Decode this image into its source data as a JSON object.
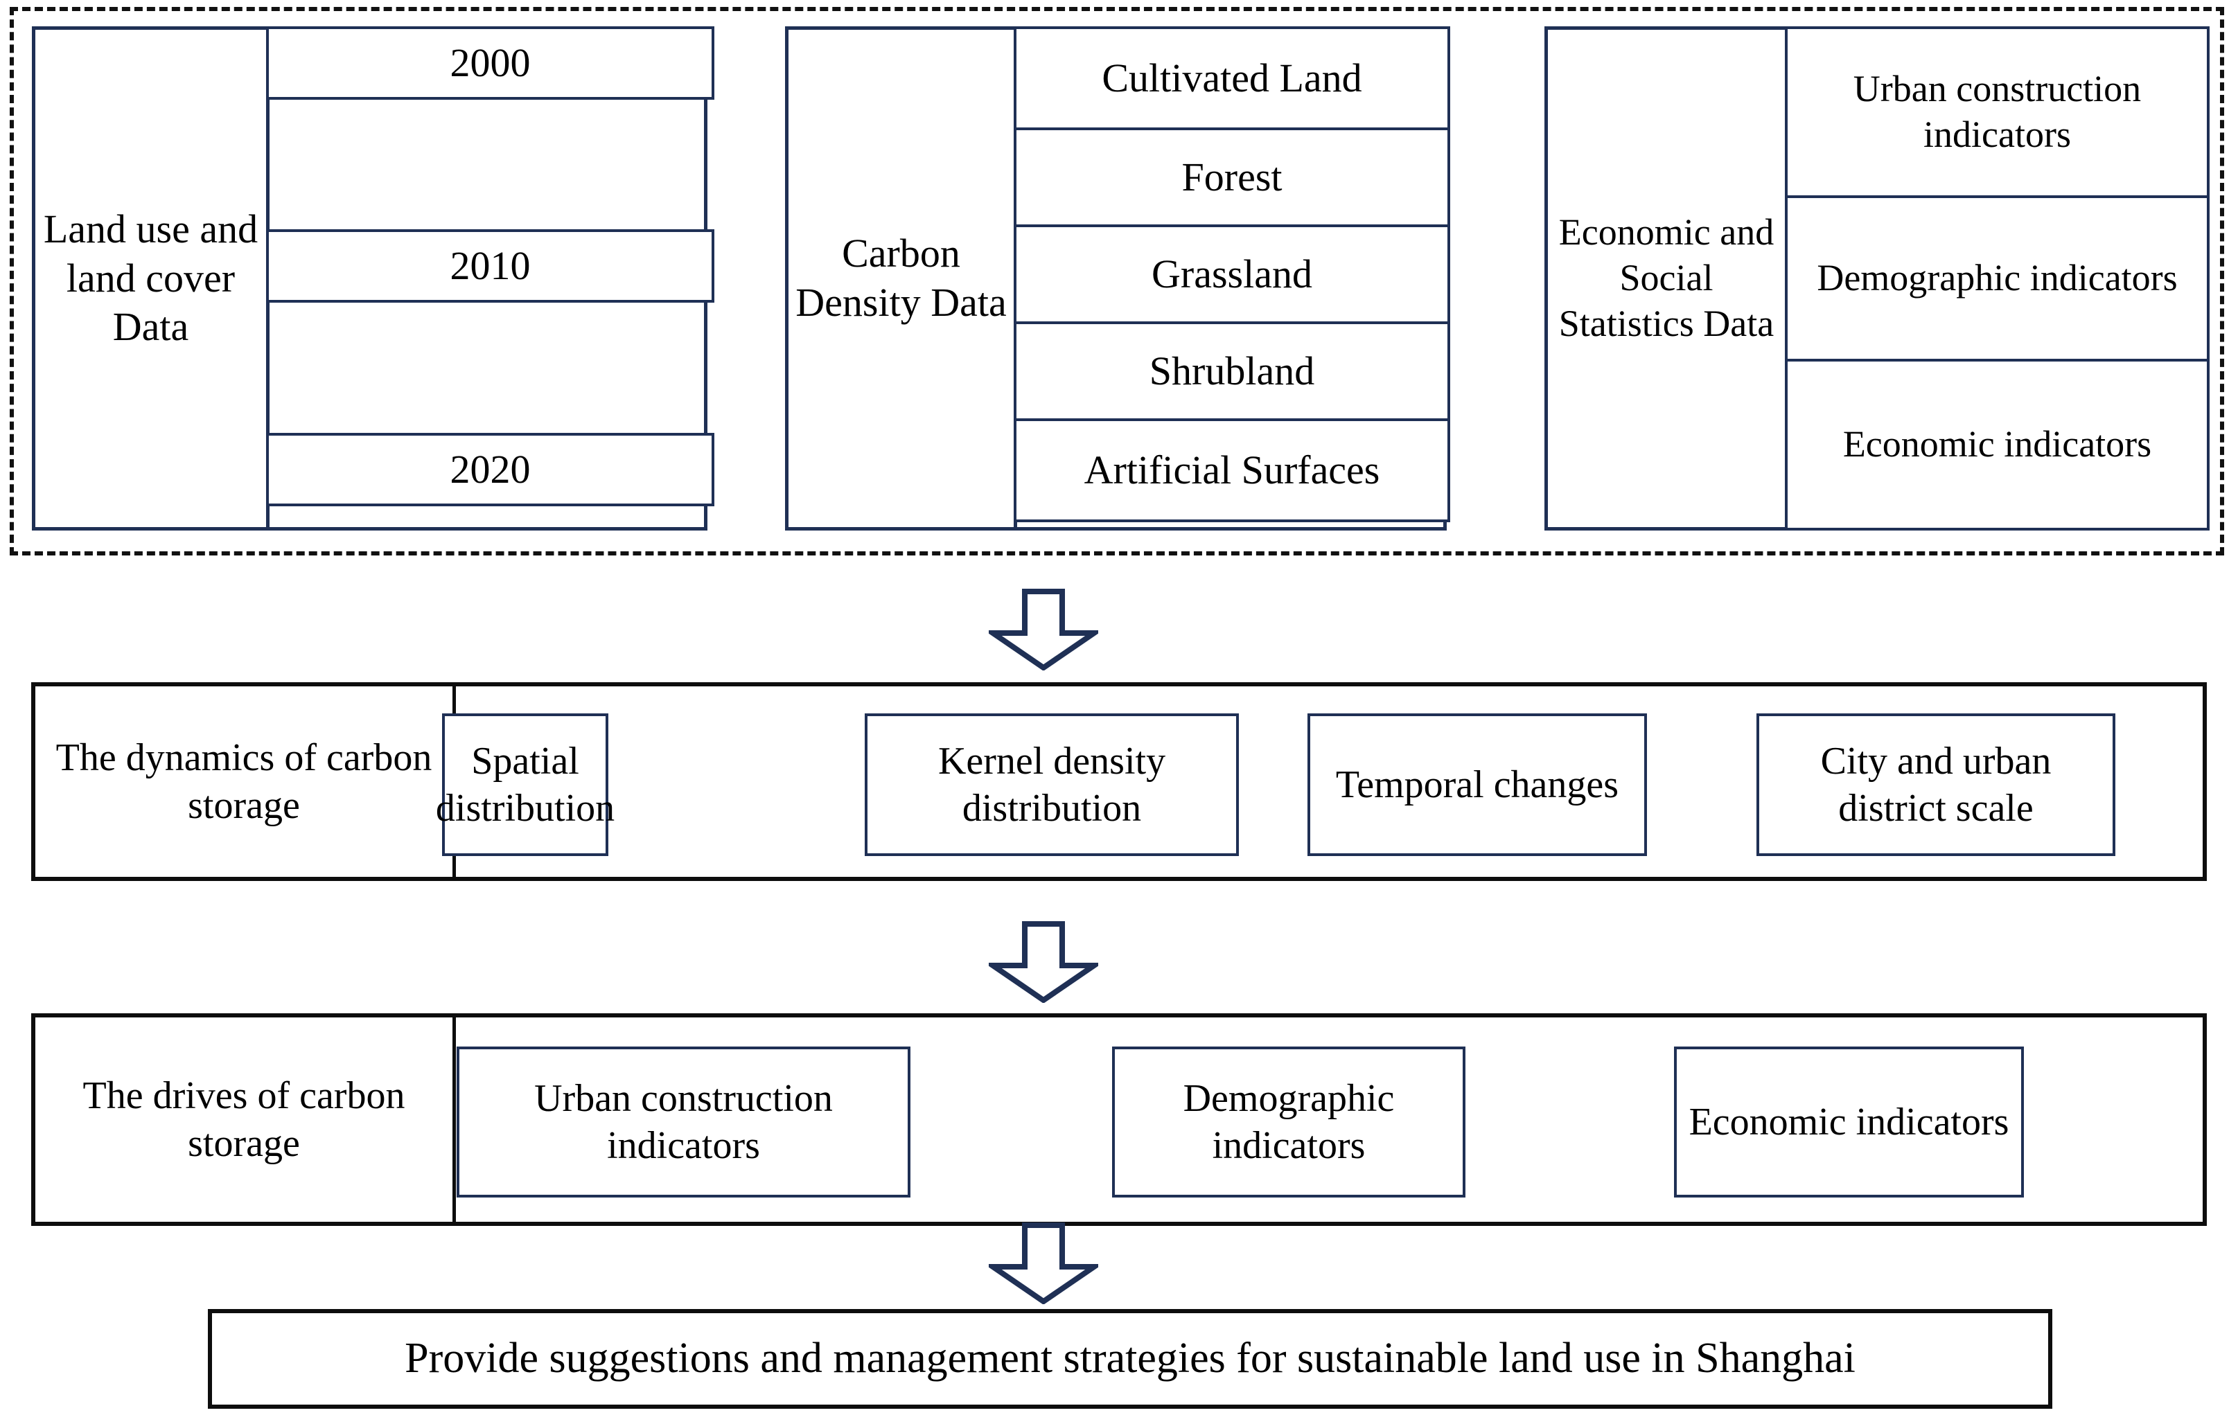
{
  "colors": {
    "navy": "#1f3055",
    "black": "#0d0d0d",
    "text": "#000000",
    "background": "#ffffff"
  },
  "data_sources": {
    "container_style": "dashed",
    "groups": [
      {
        "label": "Land use and land cover Data",
        "items": [
          "2000",
          "2010",
          "2020"
        ],
        "item_layout": "spaced"
      },
      {
        "label": "Carbon Density Data",
        "items": [
          "Cultivated Land",
          "Forest",
          "Grassland",
          "Shrubland",
          "Artificial Surfaces"
        ],
        "item_layout": "stacked"
      },
      {
        "label": "Economic and Social Statistics Data",
        "items": [
          "Urban construction indicators",
          "Demographic indicators",
          "Economic indicators"
        ],
        "item_layout": "stacked"
      }
    ]
  },
  "dynamics_row": {
    "label": "The dynamics of carbon storage",
    "items": [
      "Spatial distribution",
      "Kernel density distribution",
      "Temporal changes",
      "City and urban district scale"
    ]
  },
  "drives_row": {
    "label": "The drives of carbon storage",
    "items": [
      "Urban construction indicators",
      "Demographic indicators",
      "Economic indicators"
    ]
  },
  "conclusion": {
    "text": "Provide suggestions and management strategies for sustainable land use in Shanghai"
  },
  "arrows": [
    {
      "name": "arrow-data-to-dynamics",
      "direction": "down"
    },
    {
      "name": "arrow-dynamics-to-drives",
      "direction": "down"
    },
    {
      "name": "arrow-drives-to-conclusion",
      "direction": "down"
    }
  ]
}
